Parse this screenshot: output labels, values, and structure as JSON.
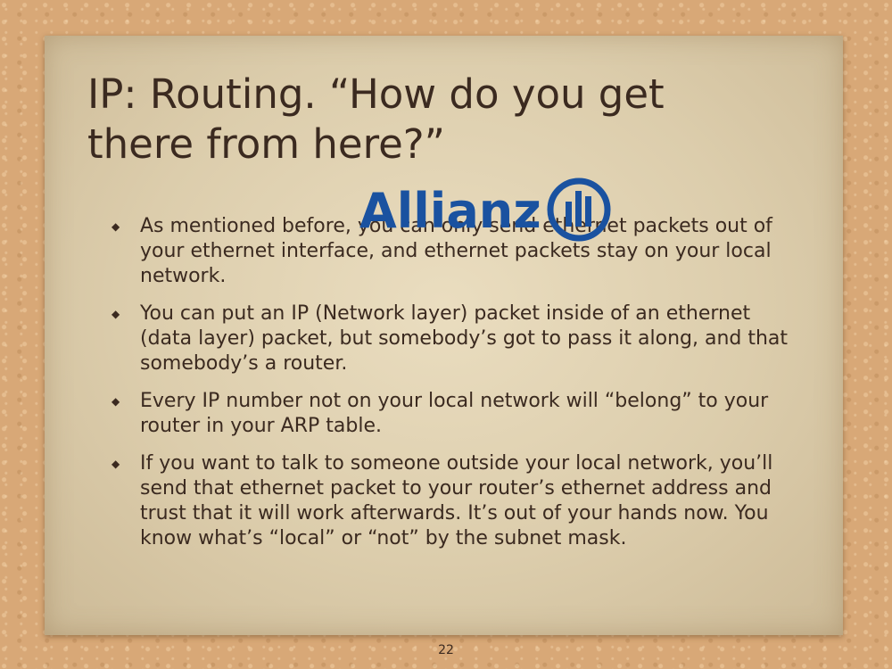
{
  "slide": {
    "title": "IP: Routing. “How do you get there from here?”",
    "logo_text": "Allianz",
    "logo_icon": "allianz-eagle-icon",
    "logo_color": "#1a52a0",
    "text_color": "#3b2a20",
    "bullet_glyph": "◆",
    "bullets": [
      {
        "text": "As mentioned before, you can only send ethernet packets out of your ethernet interface, and ethernet packets stay on your local network."
      },
      {
        "text": "You can put an IP (Network layer) packet inside of an ethernet (data layer) packet, but somebody’s got to pass it along, and that somebody’s a router."
      },
      {
        "text": "Every IP number not on your local network will “belong” to your router in your ARP table."
      },
      {
        "text": "If you want to talk to someone outside your local network, you’ll send that ethernet packet to your router’s ethernet address and trust that it will work afterwards. It’s out of your hands now. You know what’s “local” or “not” by the subnet mask."
      }
    ],
    "page_number": "22"
  }
}
